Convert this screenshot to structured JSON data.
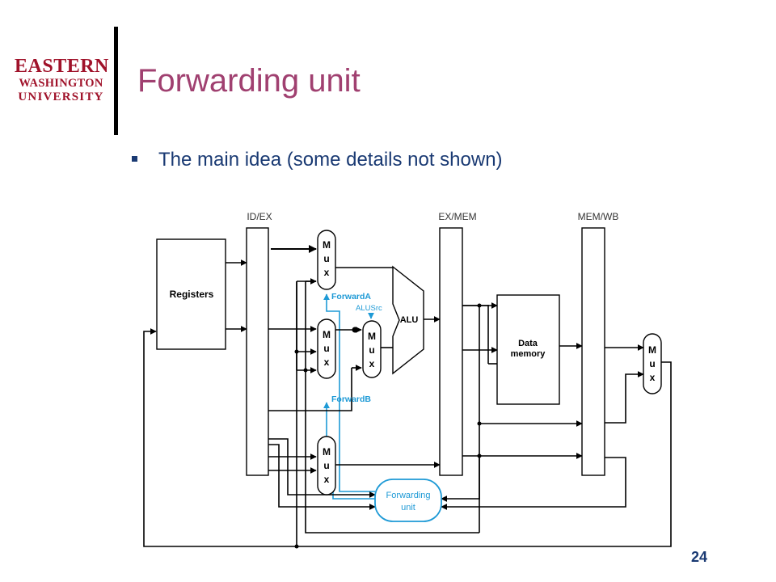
{
  "logo": {
    "line1": "EASTERN",
    "line2": "WASHINGTON",
    "line3": "UNIVERSITY",
    "color": "#a0122a"
  },
  "slide": {
    "title": "Forwarding unit",
    "bullet": "The main idea (some details not shown)",
    "page_number": "24",
    "title_color": "#a04070",
    "text_color": "#1a3a73"
  },
  "diagram": {
    "pipeline_registers": [
      "ID/EX",
      "EX/MEM",
      "MEM/WB"
    ],
    "registers_label": "Registers",
    "mux_letters": [
      "M",
      "u",
      "x"
    ],
    "alu_label": "ALU",
    "data_memory_line1": "Data",
    "data_memory_line2": "memory",
    "forward_a_label": "ForwardA",
    "forward_b_label": "ForwardB",
    "alusrc_label": "ALUSrc",
    "forwarding_unit_line1": "Forwarding",
    "forwarding_unit_line2": "unit",
    "control_color": "#1e9ad6",
    "wire_color": "#000000"
  }
}
